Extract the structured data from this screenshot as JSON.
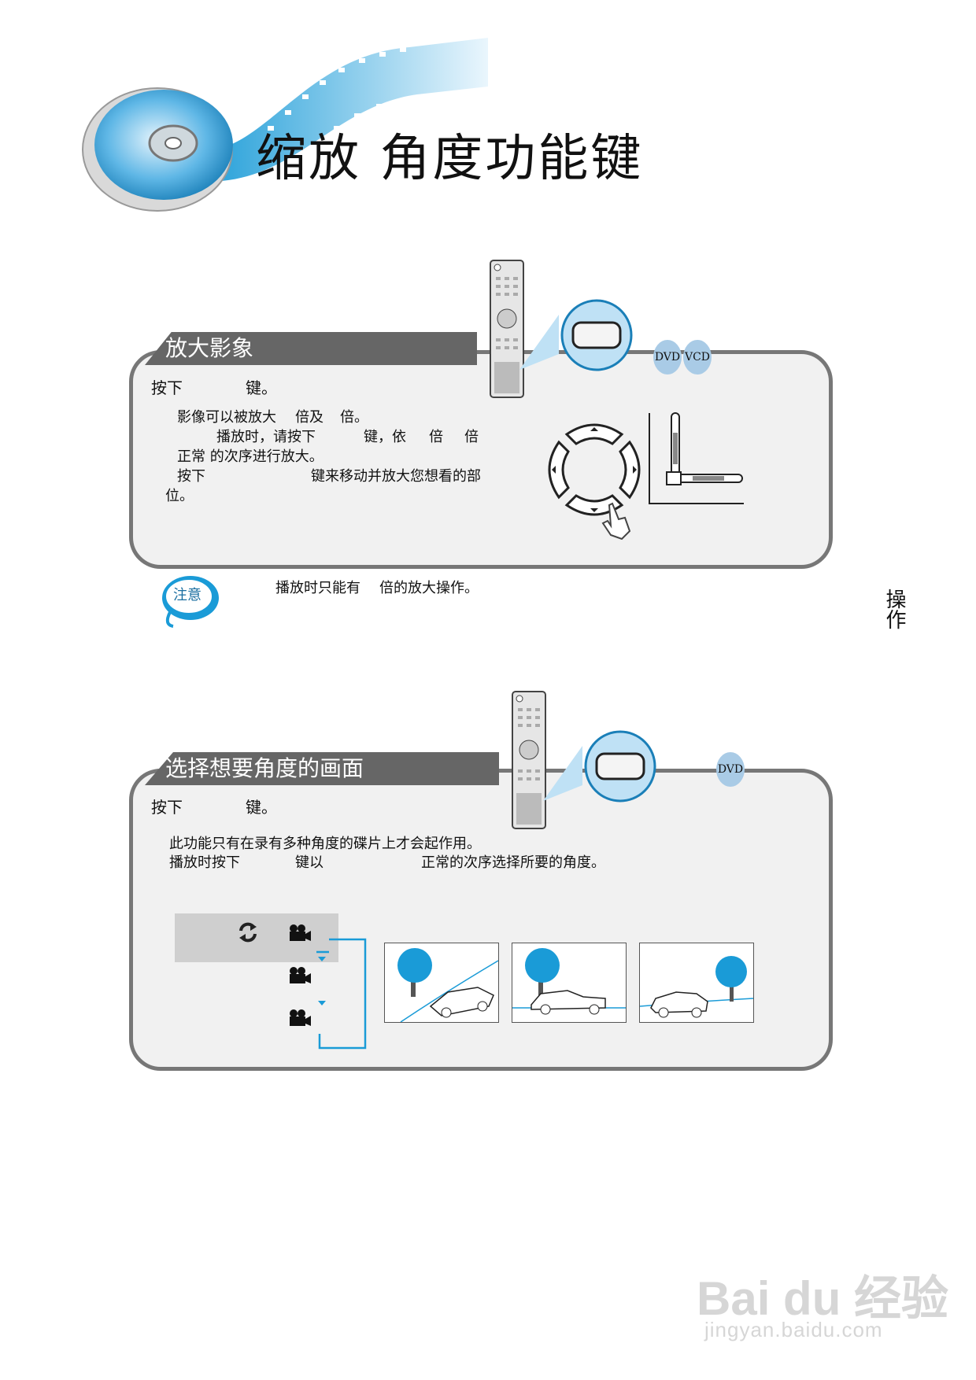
{
  "page": {
    "title": "缩放 角度功能键",
    "side_label": "操作",
    "watermark_brand": "Bai du 经验",
    "watermark_url": "jingyan.baidu.com"
  },
  "zoom_section": {
    "heading": "放大影象",
    "press_line": [
      "按下",
      "键。"
    ],
    "badges": [
      "DVD",
      "VCD"
    ],
    "body_lines": [
      [
        "影像可以被放大",
        "倍及",
        "倍。"
      ],
      [
        "播放时，请按下",
        "键，依",
        "倍",
        "倍"
      ],
      [
        "正常 的次序进行放大。"
      ],
      [
        "按下",
        "键来移动并放大您想看的部"
      ],
      [
        "位。"
      ]
    ],
    "note_label": "注意",
    "note_text": [
      "播放时只能有",
      "倍的放大操作。"
    ]
  },
  "angle_section": {
    "heading": "选择想要角度的画面",
    "press_line": [
      "按下",
      "键。"
    ],
    "badges": [
      "DVD"
    ],
    "body_lines": [
      [
        "此功能只有在录有多种角度的碟片上才会起作用。"
      ],
      [
        "播放时按下",
        "键以",
        "正常的次序选择所要的角度。"
      ]
    ]
  },
  "colors": {
    "accent_blue": "#1a9bd7",
    "panel_border": "#777777",
    "panel_fill": "#f1f1f1",
    "tab_fill": "#666666",
    "badge_fill": "#a9cbe6"
  }
}
